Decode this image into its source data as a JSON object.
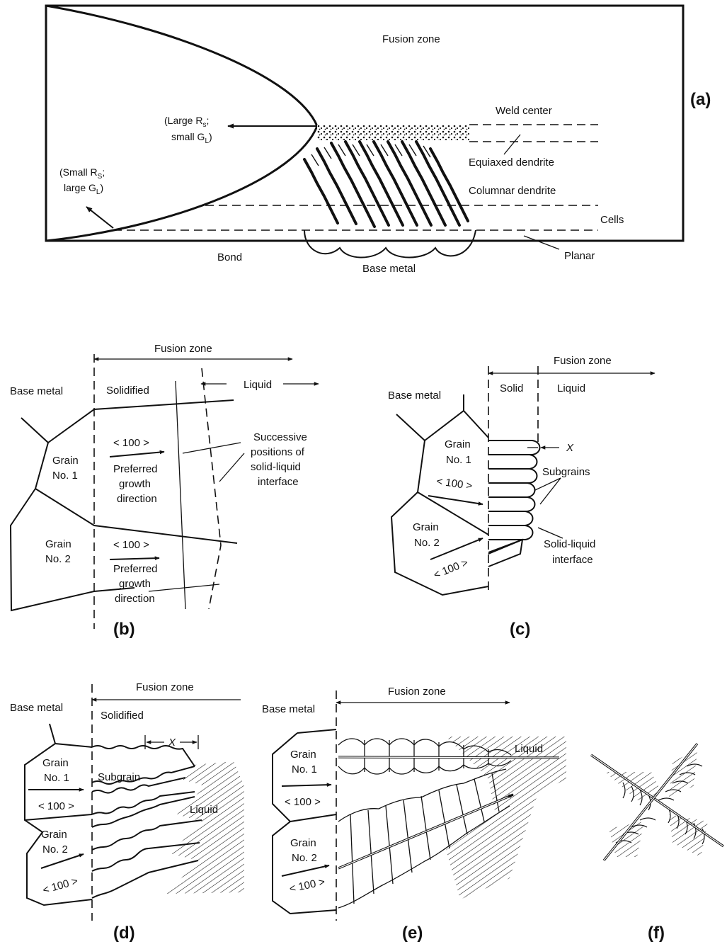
{
  "panels": {
    "a": {
      "id": "(a)",
      "fusion_zone": "Fusion zone",
      "large_rs_1": "(Large R",
      "large_rs_sub": "s",
      "large_rs_2": ";",
      "small_gl_1": "small G",
      "small_gl_sub": "L",
      "small_gl_2": ")",
      "small_rs_1": "(Small R",
      "small_rs_sub": "S",
      "small_rs_2": ";",
      "large_gl_1": "large G",
      "large_gl_sub": "L",
      "large_gl_2": ")",
      "weld_center": "Weld center",
      "equiaxed": "Equiaxed dendrite",
      "columnar": "Columnar dendrite",
      "cells": "Cells",
      "planar": "Planar",
      "bond": "Bond",
      "base_metal": "Base metal"
    },
    "b": {
      "id": "(b)",
      "fusion_zone": "Fusion zone",
      "base_metal": "Base metal",
      "solidified": "Solidified",
      "liquid": "Liquid",
      "successive_1": "Successive",
      "successive_2": "positions of",
      "successive_3": "solid-liquid",
      "successive_4": "interface",
      "grain1_a": "Grain",
      "grain1_b": "No. 1",
      "grain2_a": "Grain",
      "grain2_b": "No. 2",
      "dir_100_a": "< 100 >",
      "dir_100_b": "< 100 >",
      "pref1_a": "Preferred",
      "pref1_b": "growth",
      "pref1_c": "direction",
      "pref2_a": "Preferred",
      "pref2_b": "growth",
      "pref2_c": "direction"
    },
    "c": {
      "id": "(c)",
      "fusion_zone": "Fusion zone",
      "base_metal": "Base metal",
      "solid": "Solid",
      "liquid": "Liquid",
      "x": "X",
      "grain1_a": "Grain",
      "grain1_b": "No. 1",
      "grain2_a": "Grain",
      "grain2_b": "No. 2",
      "dir_100_a": "< 100 >",
      "dir_100_b": "< 100 >",
      "subgrains": "Subgrains",
      "interface_1": "Solid-liquid",
      "interface_2": "interface"
    },
    "d": {
      "id": "(d)",
      "fusion_zone": "Fusion zone",
      "base_metal": "Base metal",
      "solidified": "Solidified",
      "x": "X",
      "grain1_a": "Grain",
      "grain1_b": "No. 1",
      "grain2_a": "Grain",
      "grain2_b": "No. 2",
      "subgrain": "Subgrain",
      "liquid": "Liquid",
      "dir_100_a": "< 100 >",
      "dir_100_b": "< 100 >"
    },
    "e": {
      "id": "(e)",
      "fusion_zone": "Fusion zone",
      "base_metal": "Base metal",
      "grain1_a": "Grain",
      "grain1_b": "No. 1",
      "grain2_a": "Grain",
      "grain2_b": "No. 2",
      "liquid": "Liquid",
      "dir_100_a": "< 100 >",
      "dir_100_b": "< 100 >"
    },
    "f": {
      "id": "(f)"
    }
  }
}
